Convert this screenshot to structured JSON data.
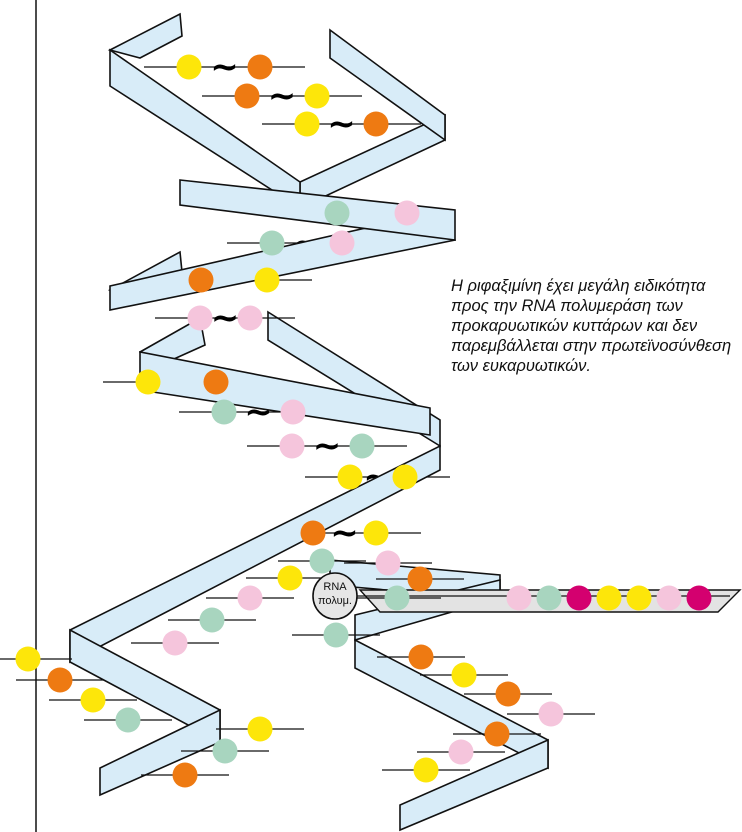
{
  "caption": "Η ριφαξιμίνη έχει μεγάλη ειδικότητα προς την RNA πολυμεράση των προκαρυωτικών κυττάρων και δεν παρεμβάλλεται στην πρωτεϊνοσύνθεση των ευκαρυωτικών.",
  "polymerase": {
    "line1": "RNA",
    "line2": "πολυμ."
  },
  "colors": {
    "strand_fill": "#d8ecf8",
    "strand_stroke": "#111111",
    "rna_strand": "#e3e3e3",
    "orange": "#ee7a12",
    "yellow": "#fde60a",
    "mint": "#a8d5bf",
    "pink": "#f5c5dc",
    "magenta": "#d4006f",
    "polymerase_fill": "#e6e6e6"
  },
  "icons": {
    "bond": "tilde",
    "enzyme": "circle"
  },
  "base_types": [
    "orange",
    "yellow",
    "mint",
    "pink",
    "magenta"
  ]
}
